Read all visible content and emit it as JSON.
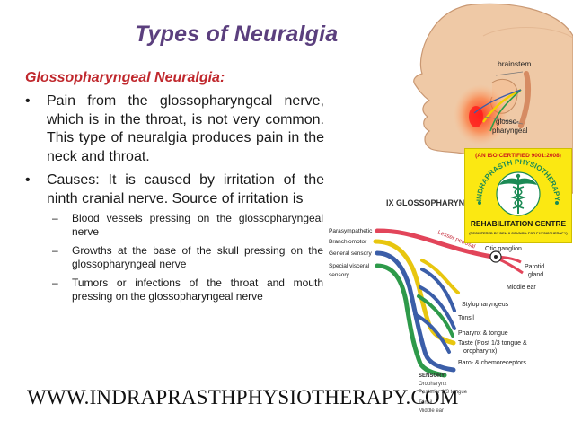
{
  "slide": {
    "title": "Types of Neuralgia",
    "subtitle": "Glossopharyngeal Neuralgia:",
    "bullets": [
      {
        "text": "Pain from the glossopharyngeal nerve, which is in the throat, is not very common. This type of neuralgia produces pain in the neck and throat."
      },
      {
        "text": "Causes: It is caused by irritation of the ninth cranial nerve. Source of irritation is"
      }
    ],
    "sub_bullets": [
      {
        "text": "Blood vessels pressing on the glossopharyngeal nerve"
      },
      {
        "text": "Growths at the base of the skull pressing on the glossopharyngeal nerve"
      },
      {
        "text": "Tumors or infections of the throat and mouth pressing on the glossopharyngeal nerve"
      }
    ],
    "footer": "WWW.INDRAPRASTHPHYSIOTHERAPY.COM"
  },
  "illustration": {
    "labels": {
      "brainstem": "brainstem",
      "glosso": "glosso-",
      "pharyngeal": "pharyngeal",
      "diagram_title": "IX GLOSSOPHARYN",
      "lesser_petrosal": "Lesser petrosal",
      "parasympathetic": "Parasympathetic",
      "branchiomotor": "Branchiomotor",
      "general_sensory": "General sensory",
      "special_visceral": "Special visceral",
      "sensory_word": "sensory",
      "otic_ganglion": "Otic ganglion",
      "parotid": "Parotid",
      "gland": "gland",
      "middle_ear": "Middle ear",
      "stylopharyngeus": "Stylopharyngeus",
      "tonsil": "Tonsil",
      "pharynx_tongue": "Pharynx & tongue",
      "taste": "Taste (Post 1/3 tongue &",
      "oropharynx_paren": "oropharynx)",
      "baro": "Baro- & chemoreceptors",
      "sensory_heading": "SENSORY:",
      "oropharynx": "Oropharynx",
      "posterior_tongue": "Posterior 1/3 tongue",
      "tonsil_lower": "Tonsil",
      "middle_ear_lower": "Middle ear"
    }
  },
  "logo": {
    "iso_text": "(AN ISO CERTIFIED 9001:2008)",
    "arc_text": "INDRAPRASTH PHYSIOTHERAPY",
    "rehab": "REHABILITATION CENTRE",
    "registered": "(REGISTERED BY DELHI COUNCIL FOR PHYSIOTHERAPY)"
  },
  "colors": {
    "title": "#5b3f7e",
    "subtitle": "#c0282d",
    "nerve_red": "#e2455a",
    "nerve_blue": "#3b5ea8",
    "nerve_yellow": "#e8c60f",
    "nerve_green": "#2e9a4a",
    "badge_yellow": "#fbe812",
    "logo_green": "#1b8a55"
  }
}
